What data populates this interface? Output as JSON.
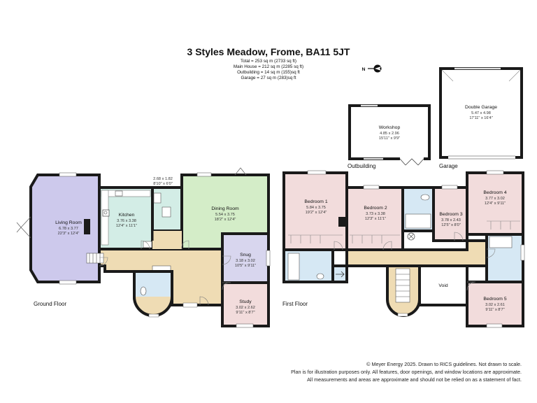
{
  "header": {
    "title": "3 Styles Meadow, Frome, BA11 5JT",
    "areas": [
      "Total = 253 sq m (2733 sq ft)",
      "Main House = 212 sq m (2285 sq ft)",
      "Outbuilding  = 14 sq m (155)sq ft",
      "Garage = 27 sq m (283)sq ft"
    ]
  },
  "compass": {
    "label": "N",
    "icon": "north-arrow-icon"
  },
  "rooms": {
    "living": {
      "name": "Living Room",
      "dims": "6.78 x 3.77",
      "imperial": "22'3\" x 12'4\""
    },
    "kitchen": {
      "name": "Kitchen",
      "dims": "3.76 x 3.38",
      "imperial": "12'4\" x 11'1\""
    },
    "utility": {
      "dims": "2.68 x 1.82",
      "imperial": "8'10\" x 6'0\""
    },
    "dining": {
      "name": "Dining Room",
      "dims": "5.54 x 3.75",
      "imperial": "18'2\" x 12'4\""
    },
    "snug": {
      "name": "Snug",
      "dims": "3.18 x 3.02",
      "imperial": "10'5\" x 9'11\""
    },
    "study": {
      "name": "Study",
      "dims": "3.02 x 2.62",
      "imperial": "9'11\" x 8'7\""
    },
    "bed1": {
      "name": "Bedroom 1",
      "dims": "5.84 x 3.75",
      "imperial": "19'2\" x 12'4\""
    },
    "bed2": {
      "name": "Bedroom 2",
      "dims": "3.73 x 3.38",
      "imperial": "12'3\" x 11'1\""
    },
    "bed3": {
      "name": "Bedroom 3",
      "dims": "3.78 x 2.43",
      "imperial": "12'5\" x 8'0\""
    },
    "bed4": {
      "name": "Bedroom 4",
      "dims": "3.77 x 3.02",
      "imperial": "12'4\" x 9'11\""
    },
    "bed5": {
      "name": "Bedroom 5",
      "dims": "3.02 x 2.61",
      "imperial": "9'11\" x 8'7\""
    },
    "void": {
      "name": "Void"
    },
    "workshop": {
      "name": "Workshop",
      "dims": "4.85 x 2.96",
      "imperial": "15'11\" x 9'9\""
    },
    "garage": {
      "name": "Double Garage",
      "dims": "5.47 x 4.98",
      "imperial": "17'11\" x 16'4\""
    }
  },
  "labels": {
    "ground_floor": "Ground Floor",
    "first_floor": "First Floor",
    "outbuilding": "Outbuilding",
    "garage": "Garage"
  },
  "footer": {
    "line1": "© Meyer Energy 2025. Drawn to RICS guidelines.  Not drawn to scale.",
    "line2": "Plan is for illustration purposes only. All features, door openings, and window locations are approximate.",
    "line3": "All measurements and areas are approximate and should not be relied on as a statement of fact."
  },
  "colors": {
    "wall": "#1a1a1a",
    "living": "#cdc9ec",
    "kitchen": "#d3ede6",
    "dining": "#d4edc8",
    "snug": "#d8d6ee",
    "bedroom": "#f2dcdc",
    "hall": "#efdcb4",
    "bath": "#d6e8f4",
    "white": "#ffffff"
  }
}
